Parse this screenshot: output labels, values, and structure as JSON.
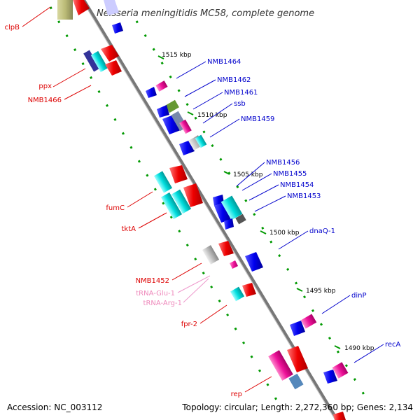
{
  "title": "Neisseria meningitidis MC58, complete genome",
  "footer": {
    "accession": "Accession: NC_003112",
    "topology": "Topology: circular; Length: 2,272,360 bp; Genes: 2,134"
  },
  "colors": {
    "left_label": "#dd0000",
    "right_label": "#0000cc",
    "rna_label": "#ee88bb",
    "backbone": "#888888",
    "tick_dash": "#009900"
  },
  "ticks": [
    "1515 kbp",
    "1510 kbp",
    "1505 kbp",
    "1500 kbp",
    "1495 kbp",
    "1490 kbp"
  ],
  "left_labels": [
    {
      "text": "clpB"
    },
    {
      "text": "ppx"
    },
    {
      "text": "NMB1466"
    },
    {
      "text": "fumC"
    },
    {
      "text": "tktA"
    },
    {
      "text": "NMB1452"
    },
    {
      "text": "tRNA-Glu-1"
    },
    {
      "text": "tRNA-Arg-1"
    },
    {
      "text": "fpr-2"
    },
    {
      "text": "rep"
    }
  ],
  "right_labels": [
    {
      "text": "NMB1464"
    },
    {
      "text": "NMB1462"
    },
    {
      "text": "NMB1461"
    },
    {
      "text": "ssb"
    },
    {
      "text": "NMB1459"
    },
    {
      "text": "NMB1456"
    },
    {
      "text": "NMB1455"
    },
    {
      "text": "NMB1454"
    },
    {
      "text": "NMB1453"
    },
    {
      "text": "dnaQ-1"
    },
    {
      "text": "dinP"
    },
    {
      "text": "recA"
    }
  ]
}
